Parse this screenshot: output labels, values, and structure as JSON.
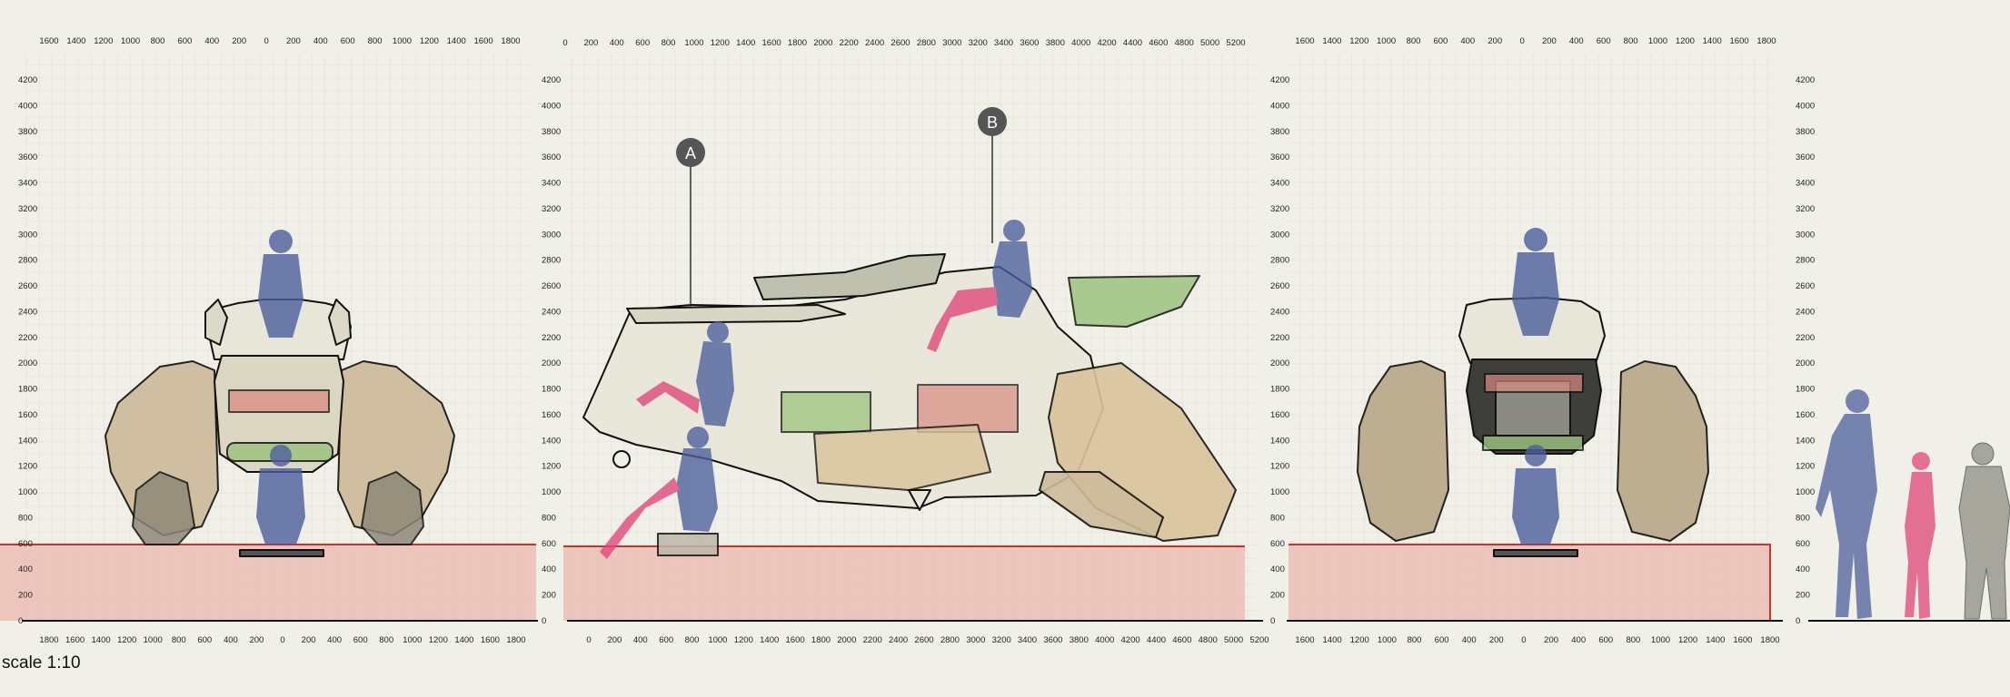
{
  "sheet": {
    "scale_label": "scale 1:10",
    "colors": {
      "background": "#f1f0e8",
      "grid": "#c9c7b6",
      "ground_fill": "#e9b7ad",
      "ground_line": "#d0302a",
      "rider_blue": "#4c5f9c",
      "rider_pink": "#e0457a",
      "panel_green": "#9cc47f",
      "panel_red": "#d98b7f",
      "panel_beige": "#d9c39a",
      "callout": "#555555"
    }
  },
  "front_view": {
    "top_ticks": [
      "1600",
      "1400",
      "1200",
      "1000",
      "800",
      "600",
      "400",
      "200",
      "0",
      "200",
      "400",
      "600",
      "800",
      "1000",
      "1200",
      "1400",
      "1600",
      "1800"
    ],
    "bottom_ticks": [
      "1800",
      "1600",
      "1400",
      "1200",
      "1000",
      "800",
      "600",
      "400",
      "200",
      "0",
      "200",
      "400",
      "600",
      "800",
      "1000",
      "1200",
      "1400",
      "1600",
      "1800"
    ],
    "left_ticks": [
      "4200",
      "4000",
      "3800",
      "3600",
      "3400",
      "3200",
      "3000",
      "2800",
      "2600",
      "2400",
      "2200",
      "2000",
      "1800",
      "1600",
      "1400",
      "1200",
      "1000",
      "800",
      "600",
      "400",
      "200",
      "0"
    ],
    "right_ticks": [
      "4200",
      "4000",
      "3800",
      "3600",
      "3400",
      "3200",
      "3000",
      "2800",
      "2600",
      "2400",
      "2200",
      "2000",
      "1800",
      "1600",
      "1400",
      "1200",
      "1000",
      "800",
      "600",
      "400",
      "200",
      "0"
    ]
  },
  "side_view": {
    "top_ticks": [
      "0",
      "200",
      "400",
      "600",
      "800",
      "1000",
      "1200",
      "1400",
      "1600",
      "1800",
      "2000",
      "2200",
      "2400",
      "2600",
      "2800",
      "3000",
      "3200",
      "3400",
      "3600",
      "3800",
      "4000",
      "4200",
      "4400",
      "4600",
      "4800",
      "5000",
      "5200"
    ],
    "bottom_ticks": [
      "0",
      "200",
      "400",
      "600",
      "800",
      "1000",
      "1200",
      "1400",
      "1600",
      "1800",
      "2000",
      "2200",
      "2400",
      "2600",
      "2800",
      "3000",
      "3200",
      "3400",
      "3600",
      "3800",
      "4000",
      "4200",
      "4400",
      "4600",
      "4800",
      "5000",
      "5200"
    ],
    "right_ticks": [
      "4200",
      "4000",
      "3800",
      "3600",
      "3400",
      "3200",
      "3000",
      "2800",
      "2600",
      "2400",
      "2200",
      "2000",
      "1800",
      "1600",
      "1400",
      "1200",
      "1000",
      "800",
      "600",
      "400",
      "200",
      "0"
    ],
    "callouts": [
      {
        "label": "A"
      },
      {
        "label": "B"
      }
    ]
  },
  "rear_view": {
    "top_ticks": [
      "1600",
      "1400",
      "1200",
      "1000",
      "800",
      "600",
      "400",
      "200",
      "0",
      "200",
      "400",
      "600",
      "800",
      "1000",
      "1200",
      "1400",
      "1600",
      "1800"
    ],
    "bottom_ticks": [
      "1600",
      "1400",
      "1200",
      "1000",
      "800",
      "600",
      "400",
      "200",
      "0",
      "200",
      "400",
      "600",
      "800",
      "1000",
      "1200",
      "1400",
      "1600",
      "1800"
    ],
    "right_ticks": [
      "4200",
      "4000",
      "3800",
      "3600",
      "3400",
      "3200",
      "3000",
      "2800",
      "2600",
      "2400",
      "2200",
      "2000",
      "1800",
      "1600",
      "1400",
      "1200",
      "1000",
      "800",
      "600",
      "400",
      "200",
      "0"
    ]
  }
}
